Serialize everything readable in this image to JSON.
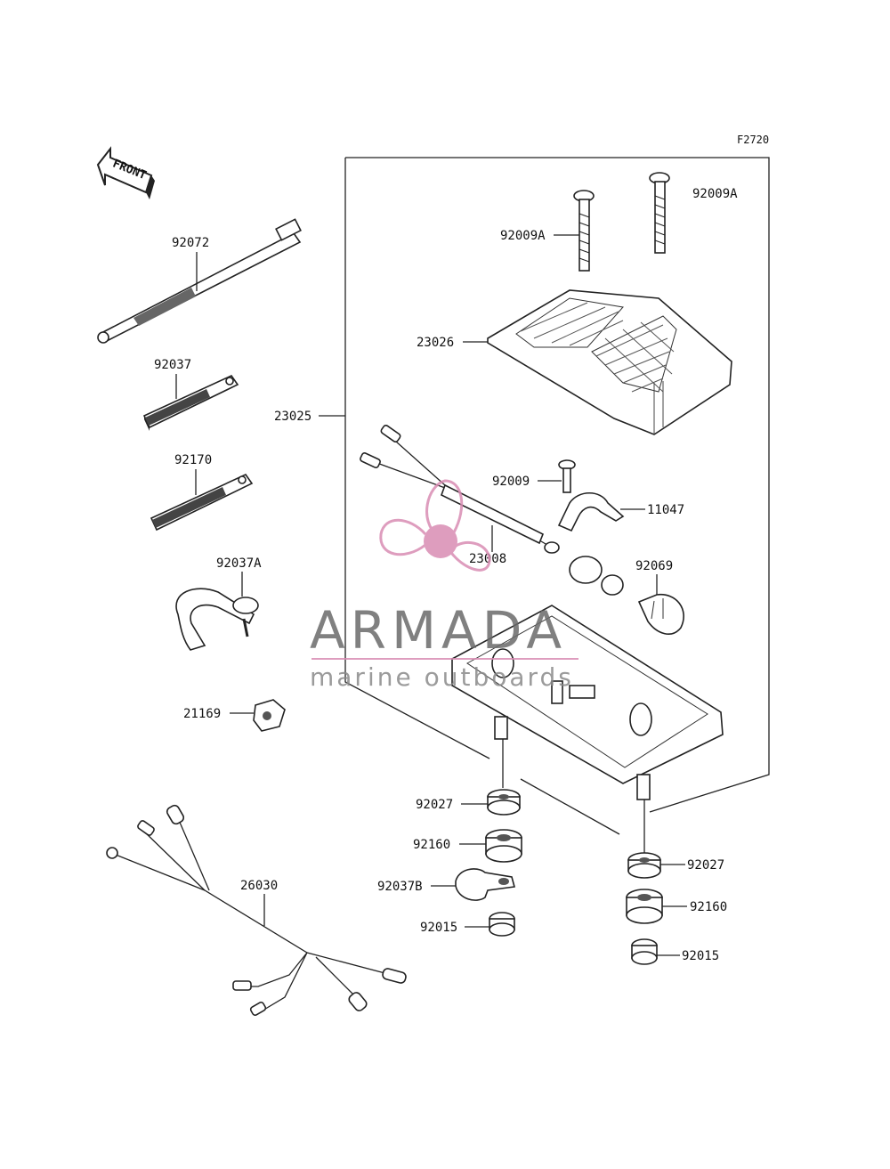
{
  "diagram": {
    "figure_code": "F2720",
    "direction_label": "FRONT",
    "labels": {
      "p92072": "92072",
      "p92037": "92037",
      "p92170": "92170",
      "p92037A": "92037A",
      "p21169": "21169",
      "p26030": "26030",
      "p23025": "23025",
      "p92009A_left": "92009A",
      "p92009A_right": "92009A",
      "p23026": "23026",
      "p92009": "92009",
      "p11047": "11047",
      "p23008": "23008",
      "p92069": "92069",
      "p92027_left": "92027",
      "p92160_left": "92160",
      "p92037B": "92037B",
      "p92015_left": "92015",
      "p92027_right": "92027",
      "p92160_right": "92160",
      "p92015_right": "92015"
    }
  },
  "watermark": {
    "brand": "ARMADA",
    "tagline": "marine outboards",
    "colors": {
      "logo": "#d98cb3",
      "text": "#6a6a6a"
    }
  }
}
